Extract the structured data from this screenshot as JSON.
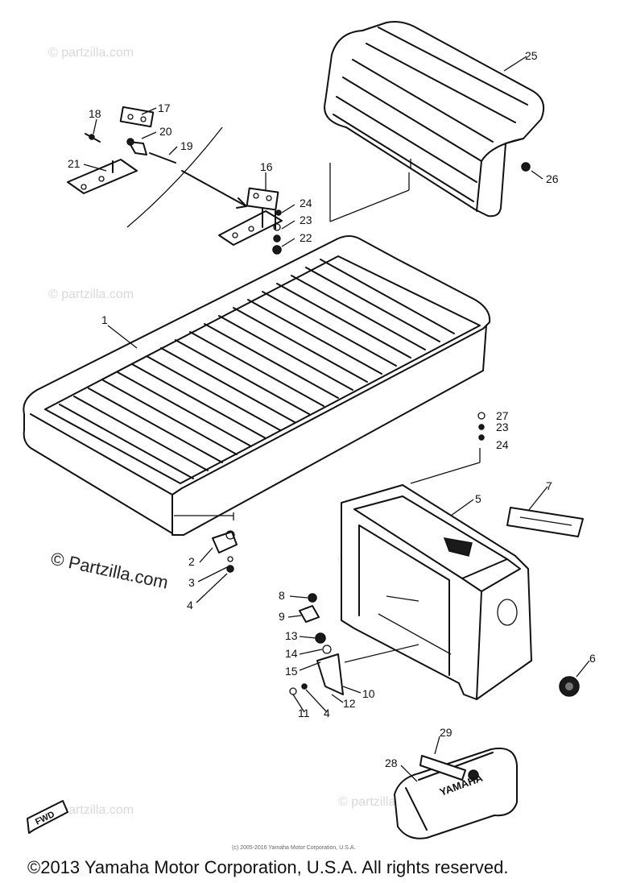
{
  "parts": [
    "1",
    "2",
    "3",
    "4",
    "5",
    "6",
    "7",
    "8",
    "9",
    "10",
    "11",
    "12",
    "13",
    "14",
    "15",
    "16",
    "17",
    "18",
    "19",
    "20",
    "21",
    "22",
    "23",
    "24",
    "25",
    "26",
    "27",
    "28",
    "29"
  ],
  "labels": {
    "p1": "1",
    "p2": "2",
    "p3": "3",
    "p4a": "4",
    "p4b": "4",
    "p5": "5",
    "p6": "6",
    "p7": "7",
    "p8": "8",
    "p9": "9",
    "p10": "10",
    "p11": "11",
    "p12": "12",
    "p13": "13",
    "p14": "14",
    "p15": "15",
    "p16": "16",
    "p17": "17",
    "p18": "18",
    "p19": "19",
    "p20": "20",
    "p21": "21",
    "p22": "22",
    "p23a": "23",
    "p23b": "23",
    "p24a": "24",
    "p24b": "24",
    "p25": "25",
    "p26": "26",
    "p27": "27",
    "p28": "28",
    "p29": "29"
  },
  "direction_marker": "FWD",
  "bag_lettering": "YAMAHA",
  "watermark_text": "© partzilla.com",
  "watermark_main": "© Partzilla.com",
  "copyright_small": "(c) 2005-2016 Yamaha Motor Corporation, U.S.A.",
  "copyright_main": "©2013 Yamaha Motor Corporation, U.S.A. All rights reserved."
}
